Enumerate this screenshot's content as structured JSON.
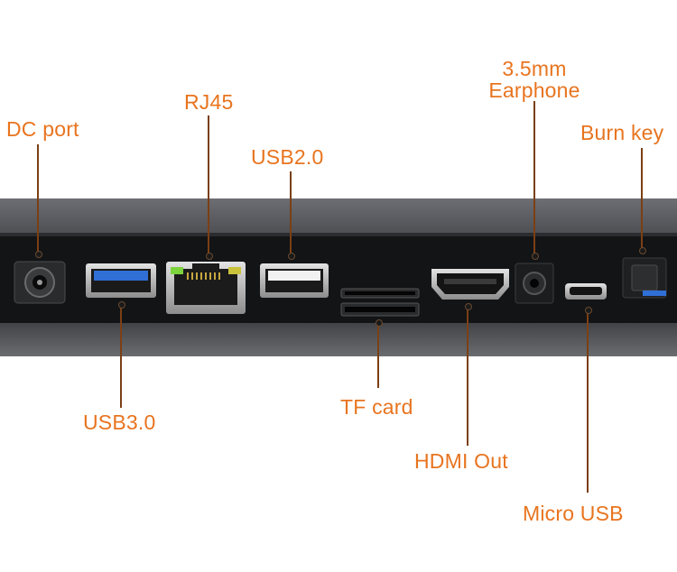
{
  "title": "",
  "colors": {
    "label": "#e8741f",
    "leader": "#7b3f14",
    "housing": "#5b5d62",
    "panel": "#111315",
    "port_metal": "#b8b8b8",
    "usb3_blue": "#2f6fd6",
    "led_green": "#7dd33c"
  },
  "ports": [
    {
      "id": "dc-port",
      "label": "DC port"
    },
    {
      "id": "rj45",
      "label": "RJ45"
    },
    {
      "id": "usb2",
      "label": "USB2.0"
    },
    {
      "id": "earphone",
      "label_line1": "3.5mm",
      "label_line2": "Earphone"
    },
    {
      "id": "burn-key",
      "label": "Burn key"
    },
    {
      "id": "usb3",
      "label": "USB3.0"
    },
    {
      "id": "tf-card",
      "label": "TF card"
    },
    {
      "id": "hdmi-out",
      "label": "HDMI Out"
    },
    {
      "id": "micro-usb",
      "label": "Micro USB"
    }
  ]
}
